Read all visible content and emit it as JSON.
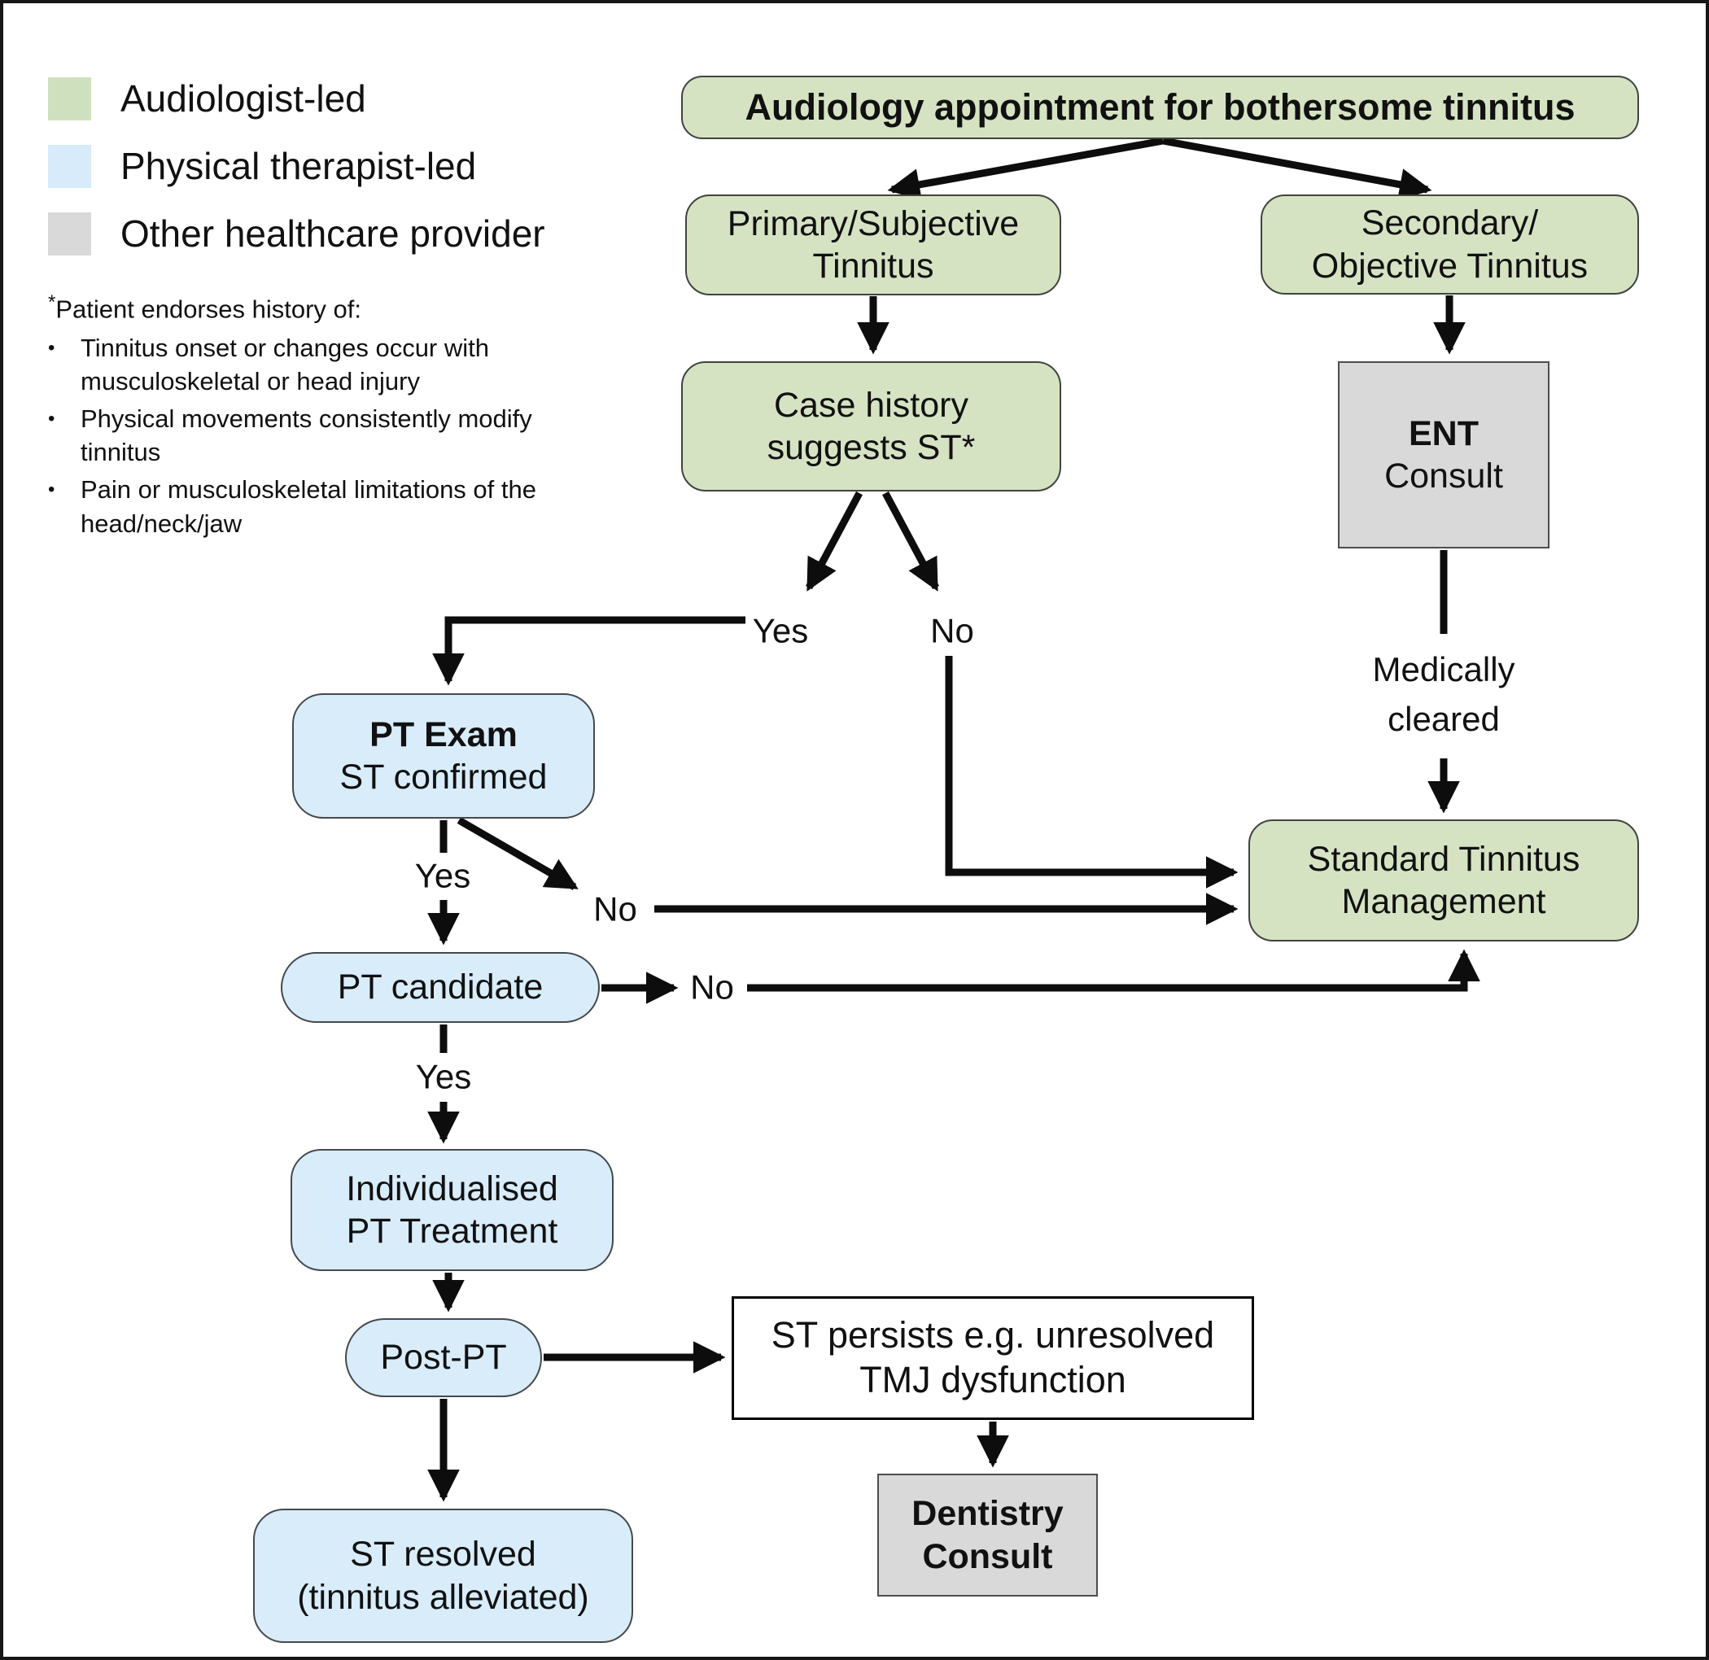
{
  "figure": {
    "title": "Audiology appointment for bothersome tinnitus",
    "background": "#ffffff",
    "border_color": "#161616"
  },
  "colors": {
    "audiologist_green": "#d5e3c3",
    "physical_therapist_blue": "#d8ecfa",
    "other_provider_gray": "#d9d9d9",
    "white_box": "#ffffff",
    "line_black": "#0d0d0d"
  },
  "legend": {
    "items": [
      {
        "label": "Audiologist-led",
        "color": "#cfe0be"
      },
      {
        "label": "Physical therapist-led",
        "color": "#d7ebfa"
      },
      {
        "label": "Other healthcare provider",
        "color": "#d9d9d9"
      }
    ]
  },
  "footnote": {
    "title_marker": "*",
    "title_text": "Patient endorses history of:",
    "bullet_glyph": "•",
    "bullets": [
      "Tinnitus onset or changes occur with musculoskeletal or head injury",
      "Physical movements consistently modify tinnitus",
      "Pain or musculoskeletal limitations of the head/neck/jaw"
    ]
  },
  "nodes": {
    "audiology": {
      "label": "Audiology appointment for bothersome tinnitus",
      "role": "audiologist-led"
    },
    "primary": {
      "line1": "Primary/Subjective",
      "line2": "Tinnitus",
      "role": "audiologist-led"
    },
    "secondary": {
      "line1": "Secondary/",
      "line2": "Objective Tinnitus",
      "role": "audiologist-led"
    },
    "case_history": {
      "line1": "Case history",
      "line2": "suggests ST*",
      "role": "audiologist-led"
    },
    "ent": {
      "line1": "ENT",
      "line2": "Consult",
      "role": "other-provider"
    },
    "pt_exam": {
      "line1": "PT Exam",
      "line2": "ST confirmed",
      "role": "physical-therapist-led"
    },
    "standard_management": {
      "line1": "Standard Tinnitus",
      "line2": "Management",
      "role": "audiologist-led"
    },
    "pt_candidate": {
      "label": "PT candidate",
      "role": "physical-therapist-led"
    },
    "individualised": {
      "line1": "Individualised",
      "line2": "PT Treatment",
      "role": "physical-therapist-led"
    },
    "post_pt": {
      "label": "Post-PT",
      "role": "physical-therapist-led"
    },
    "st_persists": {
      "line1": "ST persists e.g. unresolved",
      "line2": "TMJ dysfunction",
      "role": "plain"
    },
    "dentistry": {
      "line1": "Dentistry",
      "line2": "Consult",
      "role": "other-provider"
    },
    "st_resolved": {
      "line1": "ST resolved",
      "line2": "(tinnitus alleviated)",
      "role": "physical-therapist-led"
    }
  },
  "edge_labels": {
    "case_yes": "Yes",
    "case_no": "No",
    "pt_exam_yes": "Yes",
    "pt_exam_no": "No",
    "pt_candidate_no": "No",
    "pt_candidate_yes": "Yes",
    "medically_cleared_line1": "Medically",
    "medically_cleared_line2": "cleared"
  }
}
